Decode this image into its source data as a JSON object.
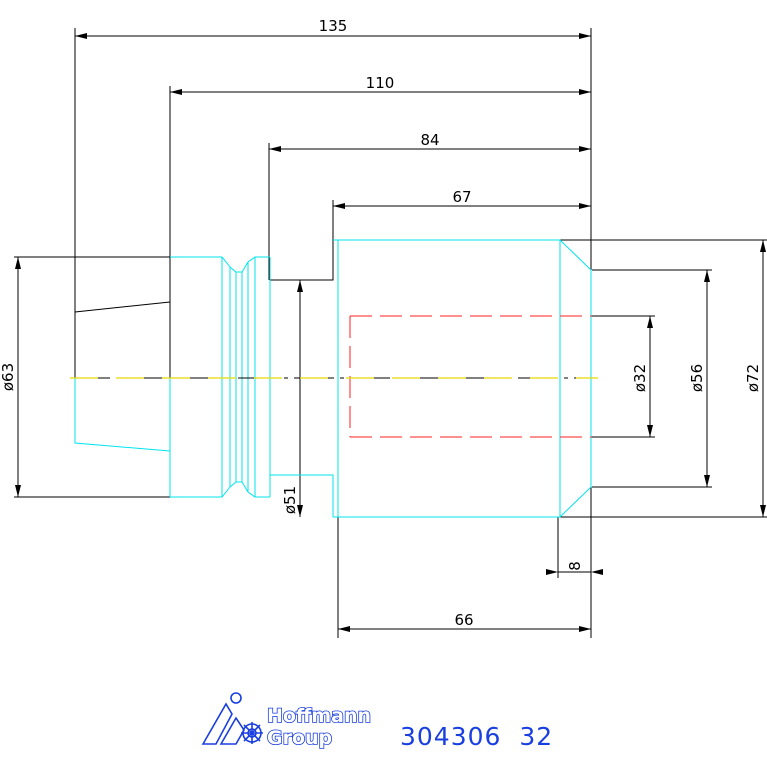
{
  "dimensions": {
    "length_overall": "135",
    "length_110": "110",
    "length_84": "84",
    "length_67": "67",
    "length_66": "66",
    "chamfer": "8",
    "dia_63": "ø63",
    "dia_51": "ø51",
    "dia_32": "ø32",
    "dia_56": "ø56",
    "dia_72": "ø72"
  },
  "logo": {
    "line1": "Hoffmann",
    "line2": "Group"
  },
  "part_number": "304306  32",
  "colors": {
    "outline": "#00e5ee",
    "hidden_bore": "#ff2020",
    "dimension": "#000000",
    "logo": "#1a3fe0"
  }
}
